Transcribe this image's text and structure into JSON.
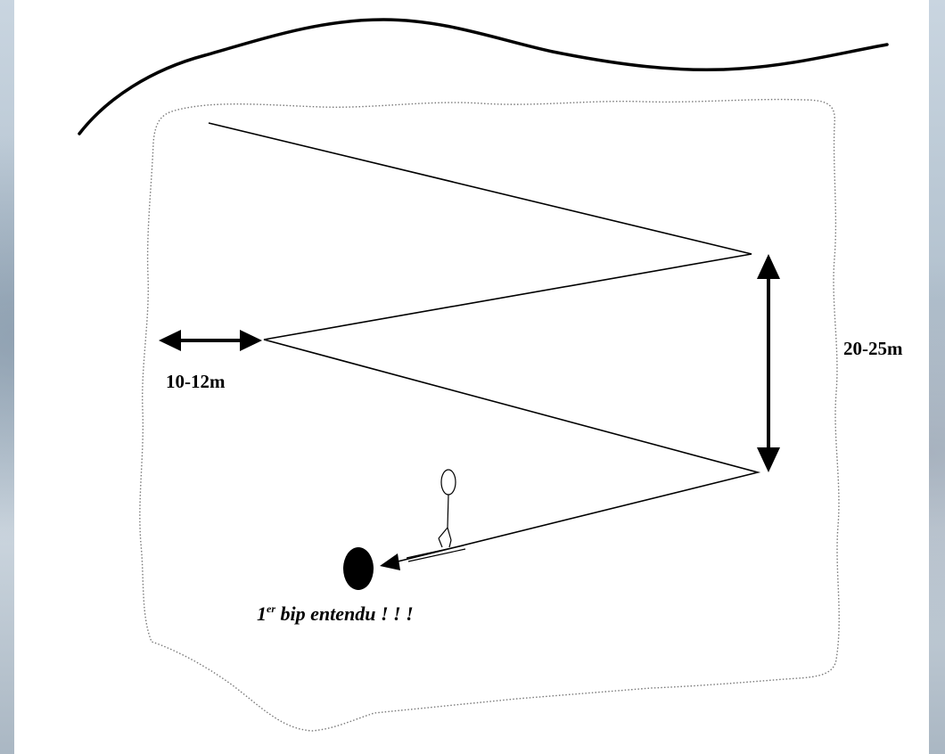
{
  "diagram": {
    "spacing_left_label": "10-12m",
    "spacing_right_label": "20-25m",
    "caption": {
      "number": "1",
      "superscript": "er",
      "text": " bip entendu ! ! !"
    },
    "colors": {
      "ink": "#000000",
      "area_outline": "#7a7a7a",
      "paper": "#ffffff"
    }
  }
}
